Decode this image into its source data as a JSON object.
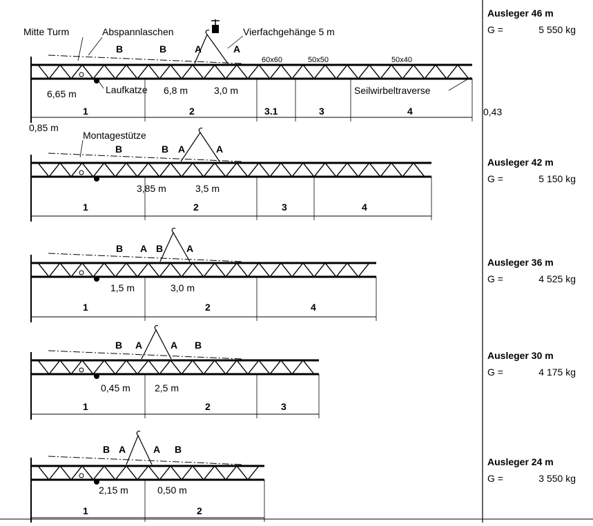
{
  "panels": [
    {
      "title": "Ausleger  46 m",
      "weight_prefix": "G =",
      "weight": "5 550 kg",
      "pins": [
        "B",
        "B",
        "A",
        "A"
      ],
      "dims": [
        "6,65 m",
        "6,8 m",
        "3,0 m"
      ],
      "segments": [
        "1",
        "2",
        "3.1",
        "3",
        "4"
      ],
      "sections": [
        "60x60",
        "50x50",
        "50x40"
      ],
      "extra": "0,43"
    },
    {
      "title": "Ausleger  42 m",
      "weight_prefix": "G =",
      "weight": "5 150 kg",
      "pins": [
        "B",
        "B",
        "A",
        "A"
      ],
      "dims": [
        "3,85 m",
        "3,5 m"
      ],
      "segments": [
        "1",
        "2",
        "3",
        "4"
      ]
    },
    {
      "title": "Ausleger  36 m",
      "weight_prefix": "G =",
      "weight": "4 525 kg",
      "pins": [
        "B",
        "A",
        "B",
        "A"
      ],
      "dims": [
        "1,5 m",
        "3,0 m"
      ],
      "segments": [
        "1",
        "2",
        "4"
      ]
    },
    {
      "title": "Ausleger  30 m",
      "weight_prefix": "G =",
      "weight": "4 175 kg",
      "pins": [
        "B",
        "A",
        "A",
        "B"
      ],
      "dims": [
        "0,45 m",
        "2,5 m"
      ],
      "segments": [
        "1",
        "2",
        "3"
      ]
    },
    {
      "title": "Ausleger  24 m",
      "weight_prefix": "G =",
      "weight": "3 550 kg",
      "pins": [
        "B",
        "A",
        "A",
        "B"
      ],
      "dims": [
        "2,15 m",
        "0,50 m"
      ],
      "segments": [
        "1",
        "2"
      ]
    }
  ],
  "callouts": {
    "mitte_turm": "Mitte Turm",
    "abspannlaschen": "Abspannlaschen",
    "vierfachgehaenge": "Vierfachgehänge 5 m",
    "laufkatze": "Laufkatze",
    "seilwirbeltraverse": "Seilwirbeltraverse",
    "offset": "0,85 m",
    "montagestuetze": "Montagestütze"
  },
  "colors": {
    "line": "#000000",
    "background": "#ffffff"
  },
  "icons": [
    "crane-hook-icon",
    "trolley-icon"
  ]
}
